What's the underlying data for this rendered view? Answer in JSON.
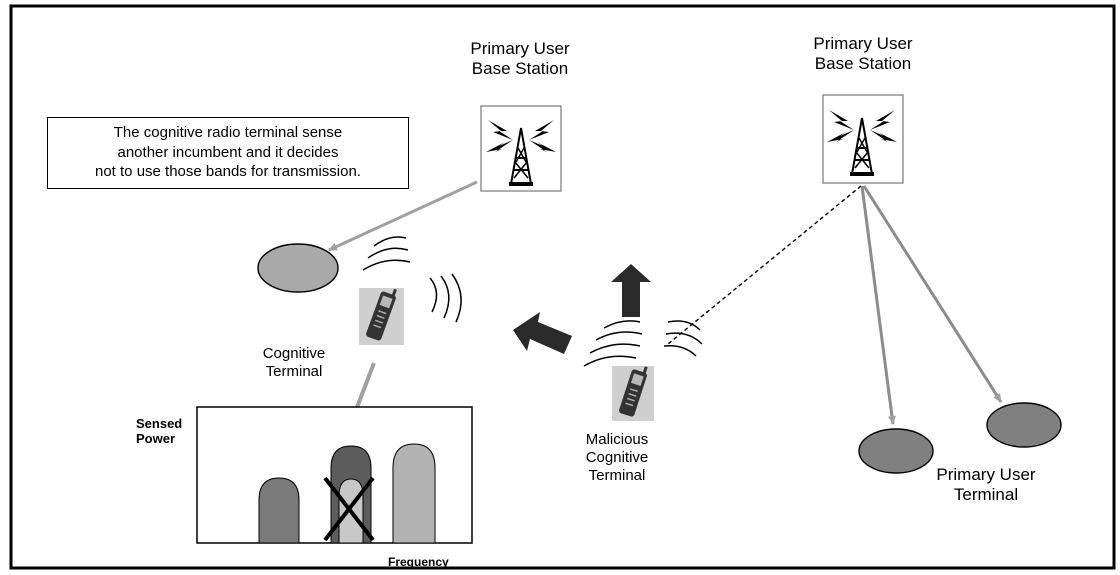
{
  "base_station_left": {
    "label": "Primary User\nBase Station"
  },
  "base_station_right": {
    "label": "Primary User\nBase Station"
  },
  "note": {
    "text": "The cognitive radio terminal sense\nanother incumbent and it decides\nnot to use those bands for transmission."
  },
  "cognitive_terminal": {
    "label": "Cognitive\nTerminal"
  },
  "malicious_terminal": {
    "label": "Malicious\nCognitive\nTerminal"
  },
  "primary_user_terminal": {
    "label": "Primary User\nTerminal"
  },
  "spectrum": {
    "ylabel": "Sensed\nPower",
    "xlabel": "Frequency"
  },
  "colors": {
    "frame": "#000000",
    "link_gray": "#a0a0a0",
    "ellipse_light": "#a9a9a9",
    "ellipse_dark": "#808080",
    "arrow_dark": "#2a2a2a",
    "peak_left": "#7a7a7a",
    "peak_middle": "#5c5c5c",
    "peak_right": "#b3b3b3"
  },
  "icons": [
    "radio-tower-icon",
    "radio-tower-icon",
    "mobile-phone-icon",
    "mobile-phone-icon",
    "radio-waves-icon",
    "cross-mark-icon"
  ]
}
